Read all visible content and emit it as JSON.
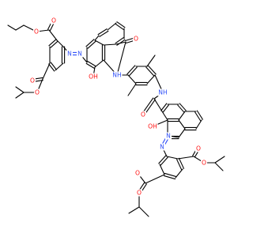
{
  "structure": {
    "type": "skeletal-formula",
    "colors": {
      "bond": "#000000",
      "oxygen": "#ff0d0d",
      "nitrogen": "#3050f8",
      "background": "#ffffff"
    },
    "atom_labels": [
      {
        "text": "O",
        "element": "oxygen"
      },
      {
        "text": "O",
        "element": "oxygen"
      },
      {
        "text": "O",
        "element": "oxygen"
      },
      {
        "text": "O",
        "element": "oxygen"
      },
      {
        "text": "N",
        "element": "nitrogen"
      },
      {
        "text": "N",
        "element": "nitrogen"
      },
      {
        "text": "OH",
        "element": "oxygen"
      },
      {
        "text": "O",
        "element": "oxygen"
      },
      {
        "text": "NH",
        "element": "nitrogen"
      },
      {
        "text": "NH",
        "element": "nitrogen"
      },
      {
        "text": "O",
        "element": "oxygen"
      },
      {
        "text": "OH",
        "element": "oxygen"
      },
      {
        "text": "N",
        "element": "nitrogen"
      },
      {
        "text": "N",
        "element": "nitrogen"
      },
      {
        "text": "O",
        "element": "oxygen"
      },
      {
        "text": "O",
        "element": "oxygen"
      },
      {
        "text": "O",
        "element": "oxygen"
      },
      {
        "text": "O",
        "element": "oxygen"
      }
    ]
  }
}
